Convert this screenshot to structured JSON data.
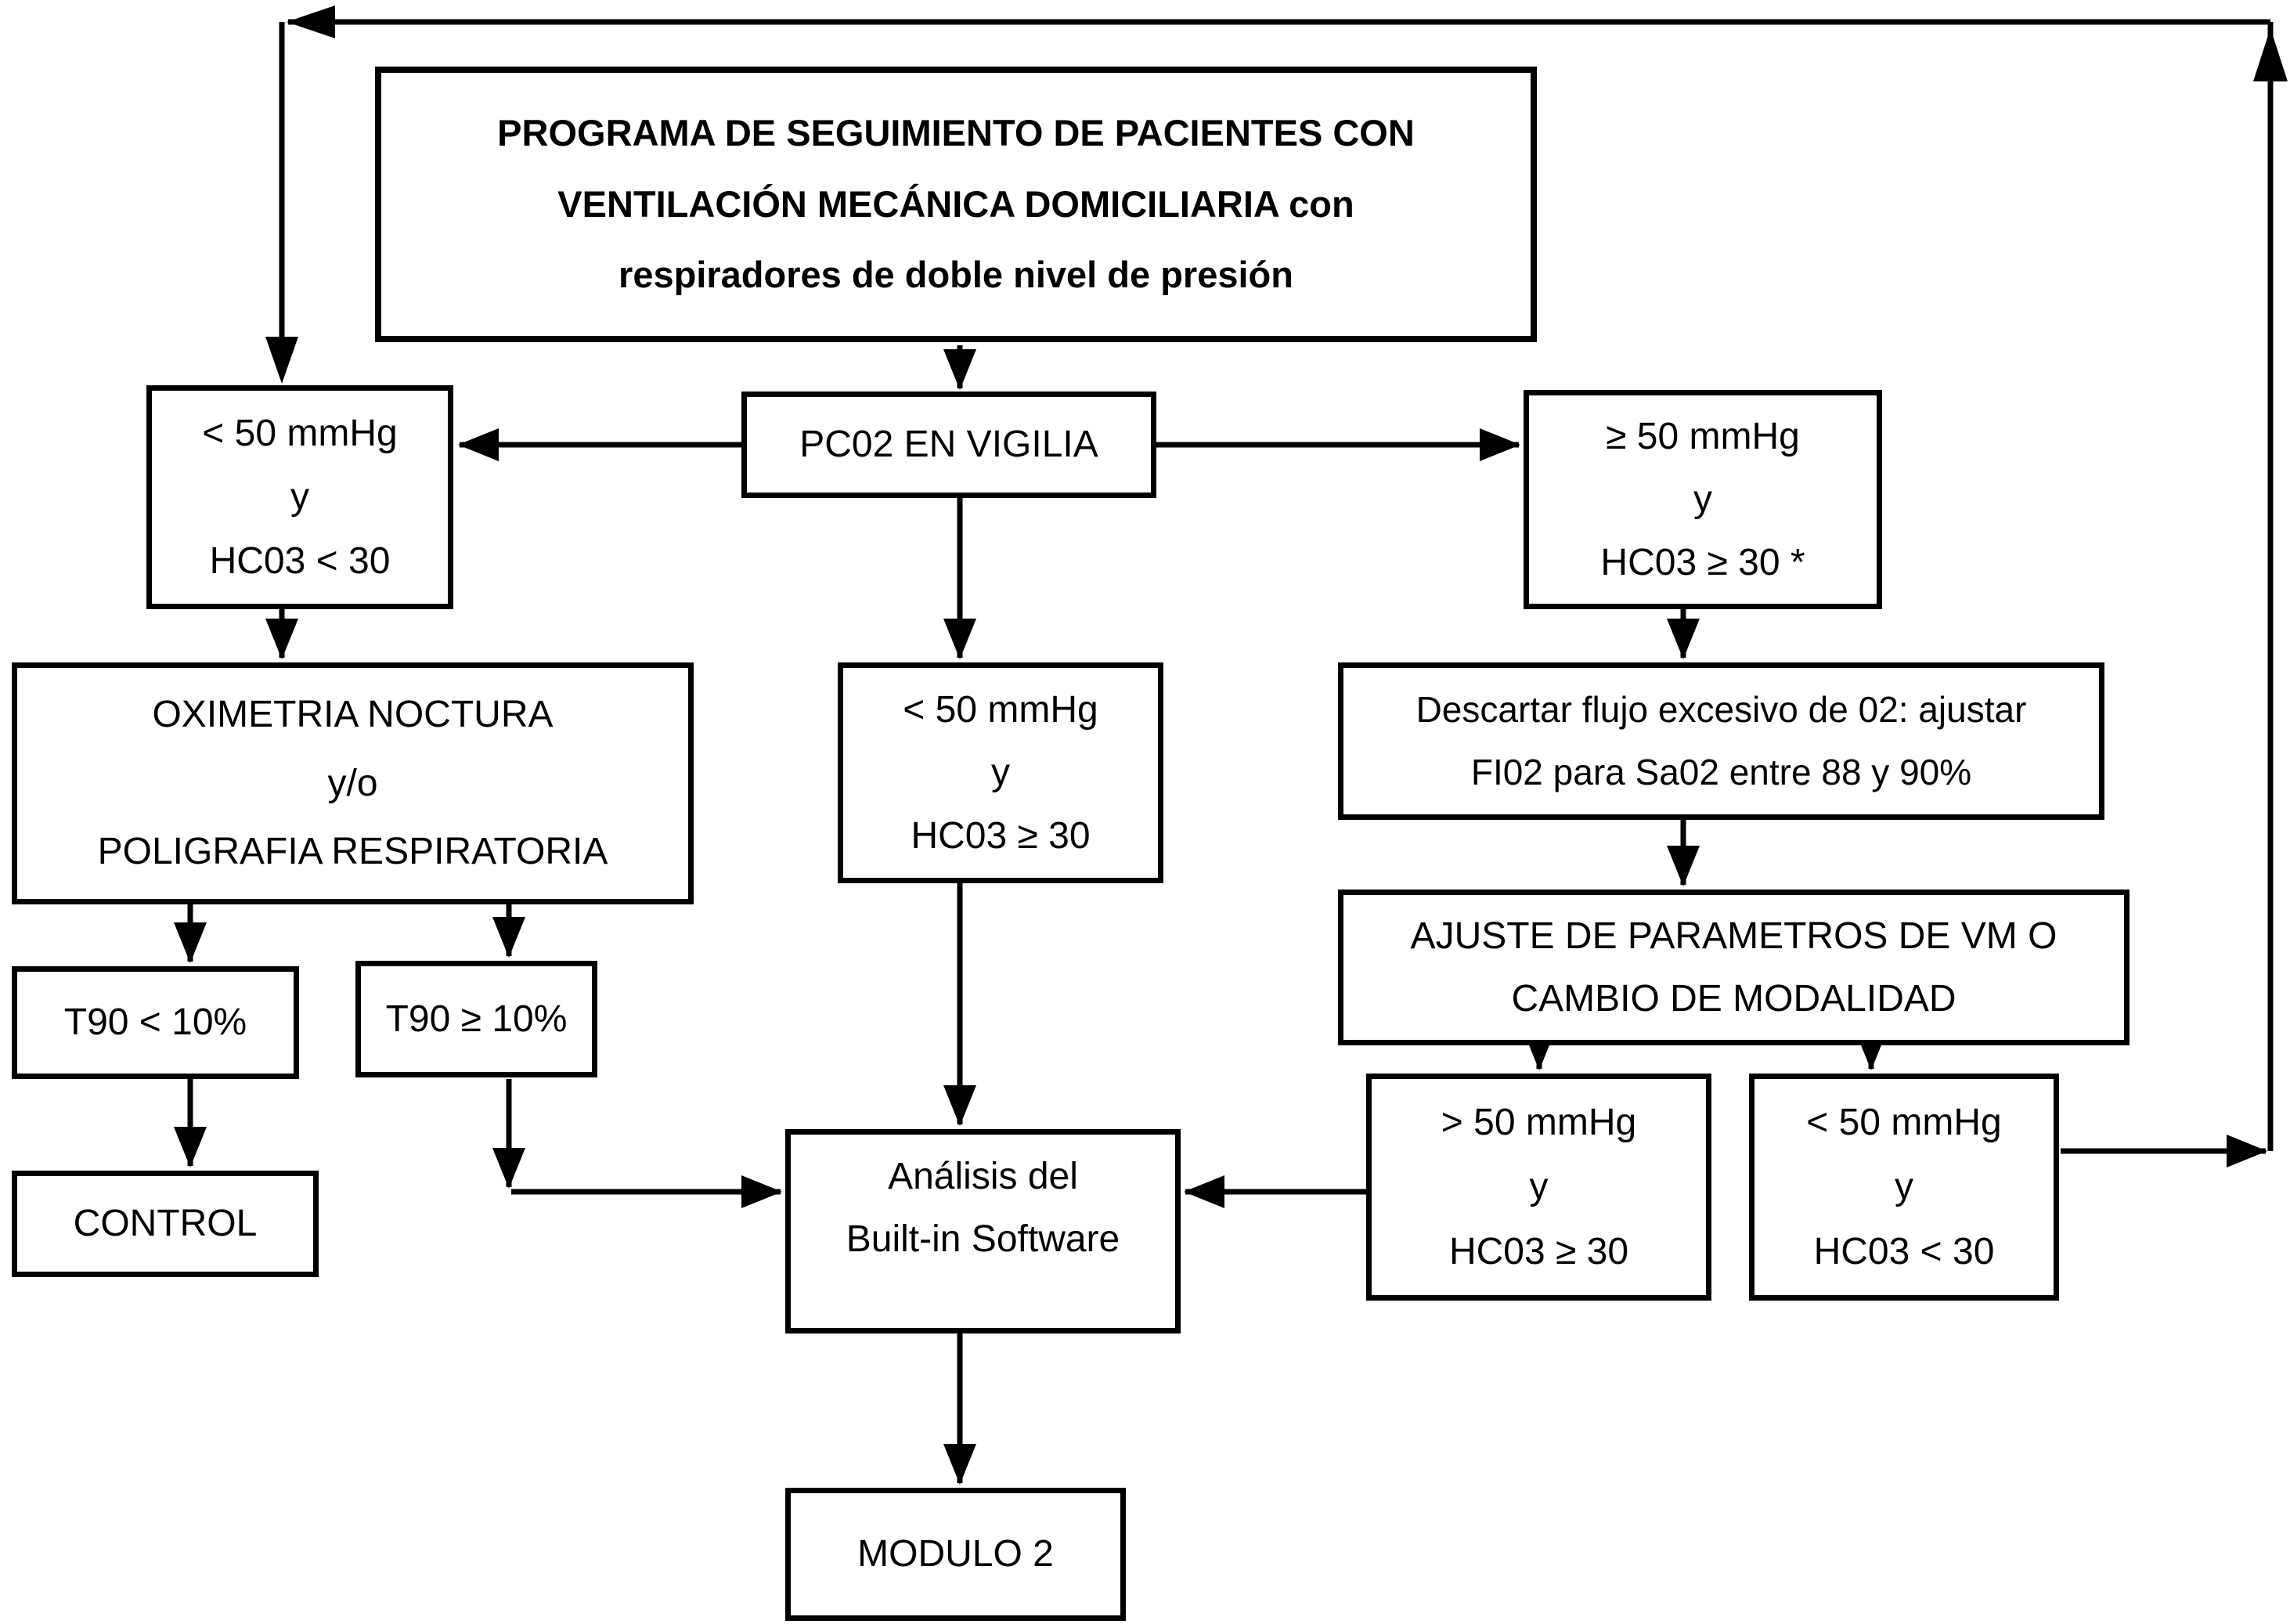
{
  "diagram": {
    "title": {
      "lines": [
        "PROGRAMA DE SEGUIMIENTO DE PACIENTES CON",
        "VENTILACIÓN MECÁNICA DOMICILIARIA con",
        "respiradores de doble nivel de presión"
      ]
    },
    "boxes": {
      "pco2_vigilia": {
        "lines": [
          "PC02 EN VIGILIA"
        ]
      },
      "left_criteria": {
        "lines": [
          "< 50 mmHg",
          "y",
          "HC03 < 30"
        ]
      },
      "right_criteria": {
        "lines": [
          "≥ 50 mmHg",
          "y",
          "HC03 ≥ 30 *"
        ]
      },
      "oximetria": {
        "lines": [
          "OXIMETRIA NOCTURA",
          "y/o",
          "POLIGRAFIA RESPIRATORIA"
        ]
      },
      "center_criteria": {
        "lines": [
          "< 50 mmHg",
          "y",
          "HC03 ≥ 30"
        ]
      },
      "descartar": {
        "lines": [
          "Descartar flujo excesivo de 02: ajustar",
          "FI02 para Sa02 entre 88 y 90%"
        ]
      },
      "ajuste": {
        "lines": [
          "AJUSTE DE PARAMETROS DE VM O",
          "CAMBIO DE MODALIDAD"
        ]
      },
      "t90_menor": {
        "lines": [
          "T90 < 10%"
        ]
      },
      "t90_mayor": {
        "lines": [
          "T90 ≥ 10%"
        ]
      },
      "control": {
        "lines": [
          "CONTROL"
        ]
      },
      "analisis": {
        "lines": [
          "Análisis del",
          "Built-in Software"
        ]
      },
      "mayor50": {
        "lines": [
          "> 50 mmHg",
          "y",
          "HC03 ≥ 30"
        ]
      },
      "menor50": {
        "lines": [
          "< 50 mmHg",
          "y",
          "HC03 < 30"
        ]
      },
      "modulo2": {
        "lines": [
          "MODULO 2"
        ]
      }
    },
    "colors": {
      "line": "#000000",
      "background": "#ffffff",
      "text": "#000000"
    }
  }
}
